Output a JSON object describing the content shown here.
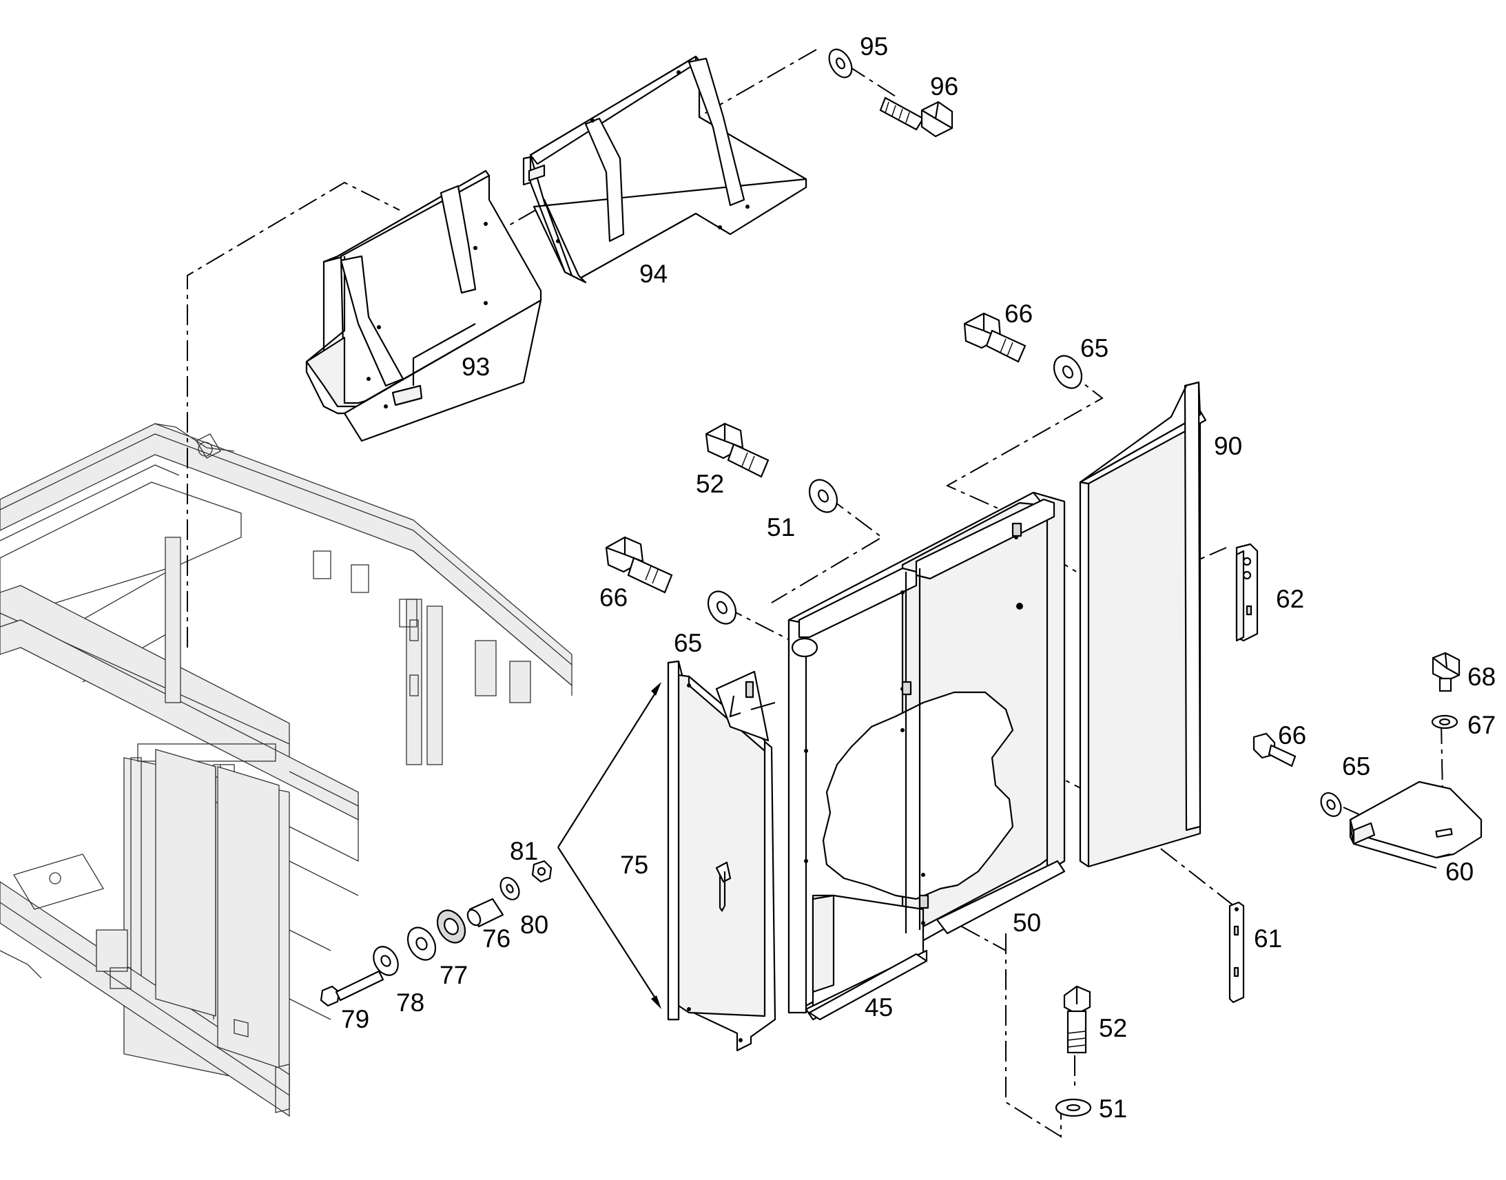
{
  "diagram": {
    "labels": [
      {
        "id": "95",
        "text": "95"
      },
      {
        "id": "96",
        "text": "96"
      },
      {
        "id": "94",
        "text": "94"
      },
      {
        "id": "93",
        "text": "93"
      },
      {
        "id": "66a",
        "text": "66"
      },
      {
        "id": "65a",
        "text": "65"
      },
      {
        "id": "90",
        "text": "90"
      },
      {
        "id": "52a",
        "text": "52"
      },
      {
        "id": "51a",
        "text": "51"
      },
      {
        "id": "66b",
        "text": "66"
      },
      {
        "id": "65b",
        "text": "65"
      },
      {
        "id": "62",
        "text": "62"
      },
      {
        "id": "68",
        "text": "68"
      },
      {
        "id": "67",
        "text": "67"
      },
      {
        "id": "66c",
        "text": "66"
      },
      {
        "id": "65c",
        "text": "65"
      },
      {
        "id": "60",
        "text": "60"
      },
      {
        "id": "75",
        "text": "75"
      },
      {
        "id": "81",
        "text": "81"
      },
      {
        "id": "80",
        "text": "80"
      },
      {
        "id": "76",
        "text": "76"
      },
      {
        "id": "77",
        "text": "77"
      },
      {
        "id": "78",
        "text": "78"
      },
      {
        "id": "79",
        "text": "79"
      },
      {
        "id": "50",
        "text": "50"
      },
      {
        "id": "45",
        "text": "45"
      },
      {
        "id": "61",
        "text": "61"
      },
      {
        "id": "52b",
        "text": "52"
      },
      {
        "id": "51b",
        "text": "51"
      }
    ]
  }
}
